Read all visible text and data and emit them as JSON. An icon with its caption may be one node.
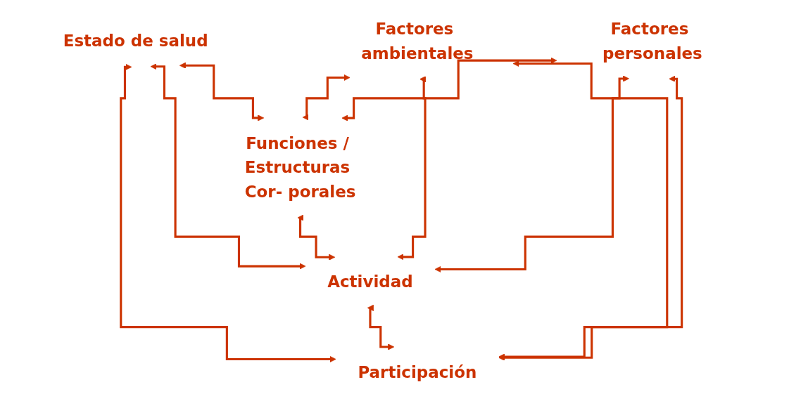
{
  "diagram": {
    "nodes": [
      {
        "text": [
          "Estado de salud"
        ]
      },
      {
        "text": [
          "Funciones / Estructuras Cor- porales"
        ]
      },
      {
        "text": [
          "Actividad"
        ]
      },
      {
        "text": [
          "Participación"
        ]
      },
      {
        "text": [
          "Factores ambientales"
        ]
      },
      {
        "text": [
          "Factores personales"
        ]
      }
    ],
    "edges": [
      {
        "from": 0,
        "to": 1,
        "arrow": "both"
      },
      {
        "from": 0,
        "to": 2,
        "arrow": "both"
      },
      {
        "from": 0,
        "to": 3,
        "arrow": "both"
      },
      {
        "from": 1,
        "to": 2,
        "arrow": "both"
      },
      {
        "from": 2,
        "to": 3,
        "arrow": "both"
      },
      {
        "from": 4,
        "to": 1,
        "arrow": "both"
      },
      {
        "from": 4,
        "to": 2,
        "arrow": "both"
      },
      {
        "from": 4,
        "to": 3,
        "arrow": "both"
      },
      {
        "from": 5,
        "to": 1,
        "arrow": "both"
      },
      {
        "from": 5,
        "to": 2,
        "arrow": "both"
      },
      {
        "from": 5,
        "to": 3,
        "arrow": "both"
      }
    ]
  }
}
